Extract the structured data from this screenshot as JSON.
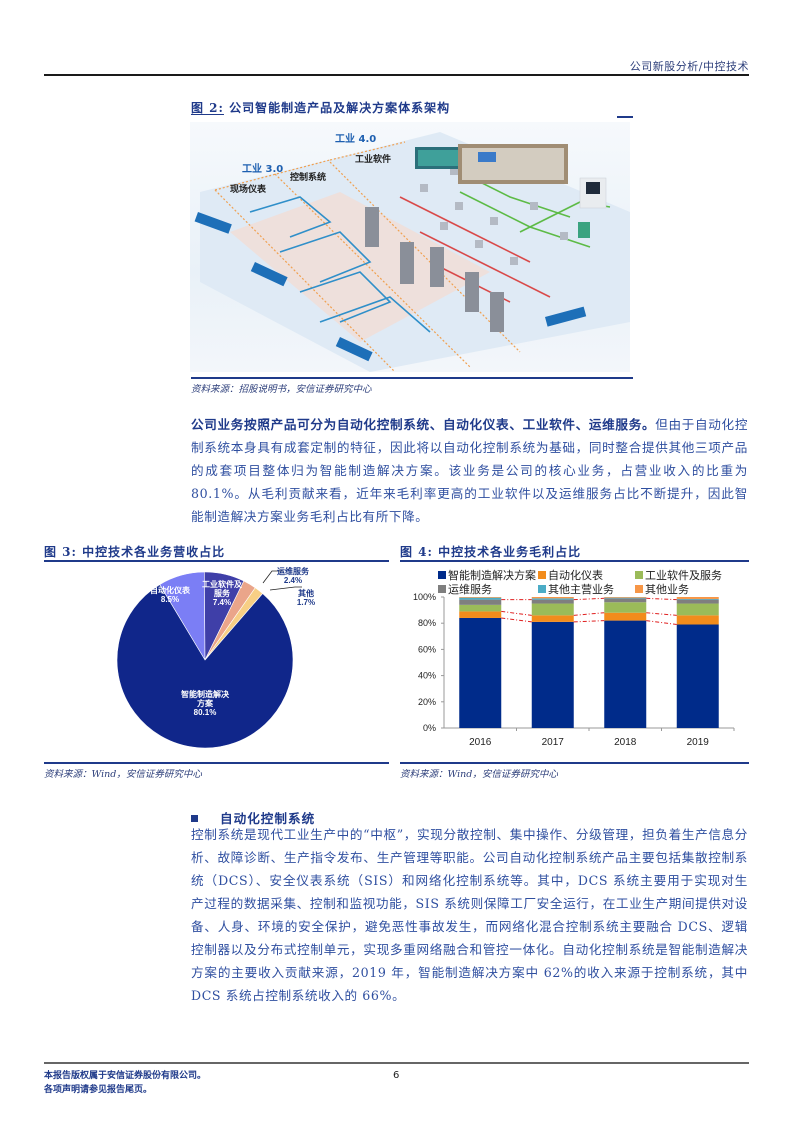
{
  "header": {
    "title": "公司新股分析/中控技术"
  },
  "figure2": {
    "number": "图 2:",
    "title": "公司智能制造产品及解决方案体系架构",
    "diagram_labels": {
      "industry30": "工业 3.0",
      "industry40": "工业 4.0",
      "field_instruments": "现场仪表",
      "control_system": "控制系统",
      "industrial_software": "工业软件"
    },
    "source": "资料来源：招股说明书，安信证券研究中心"
  },
  "paragraph1": {
    "lead": "公司业务按照产品可分为自动化控制系统、自动化仪表、工业软件、运维服务。",
    "body": "但由于自动化控制系统本身具有成套定制的特征，因此将以自动化控制系统为基础，同时整合提供其他三项产品的成套项目整体归为智能制造解决方案。该业务是公司的核心业务，占营业收入的比重为 80.1%。从毛利贡献来看，近年来毛利率更高的工业软件以及运维服务占比不断提升，因此智能制造解决方案业务毛利占比有所下降。"
  },
  "figure3": {
    "number": "图 3:",
    "title": "中控技术各业务营收占比",
    "source": "资料来源：Wind，安信证券研究中心"
  },
  "figure4": {
    "number": "图 4:",
    "title": "中控技术各业务毛利占比",
    "source": "资料来源：Wind，安信证券研究中心"
  },
  "chart_data": [
    {
      "type": "pie",
      "title": "中控技术各业务营收占比",
      "categories": [
        "自动化仪表",
        "工业软件及服务",
        "运维服务",
        "其他",
        "智能制造解决方案"
      ],
      "values": [
        8.5,
        7.4,
        2.4,
        1.7,
        80.1
      ],
      "labels": [
        "自动化仪表\n8.5%",
        "工业软件及服务\n7.4%",
        "运维服务\n2.4%",
        "其他\n1.7%",
        "智能制造解决方案\n80.1%"
      ],
      "colors": [
        "#7b7ef5",
        "#3f3fa8",
        "#eaa58a",
        "#f7cf85",
        "#10268a"
      ]
    },
    {
      "type": "bar",
      "stacked": true,
      "title": "中控技术各业务毛利占比",
      "categories": [
        "2016",
        "2017",
        "2018",
        "2019"
      ],
      "series": [
        {
          "name": "智能制造解决方案",
          "color": "#002b8a",
          "values": [
            84,
            81,
            82,
            79
          ]
        },
        {
          "name": "自动化仪表",
          "color": "#f28c1c",
          "values": [
            5,
            5,
            6,
            7
          ]
        },
        {
          "name": "工业软件及服务",
          "color": "#9bbb59",
          "values": [
            5,
            9,
            8,
            9
          ]
        },
        {
          "name": "运维服务",
          "color": "#7f7f7f",
          "values": [
            4,
            3,
            3,
            3
          ]
        },
        {
          "name": "其他主营业务",
          "color": "#4bacc6",
          "values": [
            1.5,
            1,
            0.5,
            0.5
          ]
        },
        {
          "name": "其他业务",
          "color": "#f79646",
          "values": [
            0.5,
            1,
            0.5,
            1.5
          ]
        }
      ],
      "xlabel": "",
      "ylabel": "",
      "ylim": [
        0,
        100
      ],
      "yticks": [
        "0%",
        "20%",
        "40%",
        "60%",
        "80%",
        "100%"
      ],
      "legend_position": "top",
      "grid": false
    }
  ],
  "section": {
    "heading": "自动化控制系统",
    "body": "控制系统是现代工业生产中的“中枢”，实现分散控制、集中操作、分级管理，担负着生产信息分析、故障诊断、生产指令发布、生产管理等职能。公司自动化控制系统产品主要包括集散控制系统（DCS）、安全仪表系统（SIS）和网络化控制系统等。其中，DCS 系统主要用于实现对生产过程的数据采集、控制和监视功能，SIS 系统则保障工厂安全运行，在工业生产期间提供对设备、人身、环境的安全保护，避免恶性事故发生，而网络化混合控制系统主要融合 DCS、逻辑控制器以及分布式控制单元，实现多重网络融合和管控一体化。自动化控制系统是智能制造解决方案的主要收入贡献来源，2019 年，智能制造解决方案中 62%的收入来源于控制系统，其中 DCS 系统占控制系统收入的 66%。"
  },
  "footer": {
    "line1": "本报告版权属于安信证券股份有限公司。",
    "line2": "各项声明请参见报告尾页。",
    "page": "6"
  }
}
